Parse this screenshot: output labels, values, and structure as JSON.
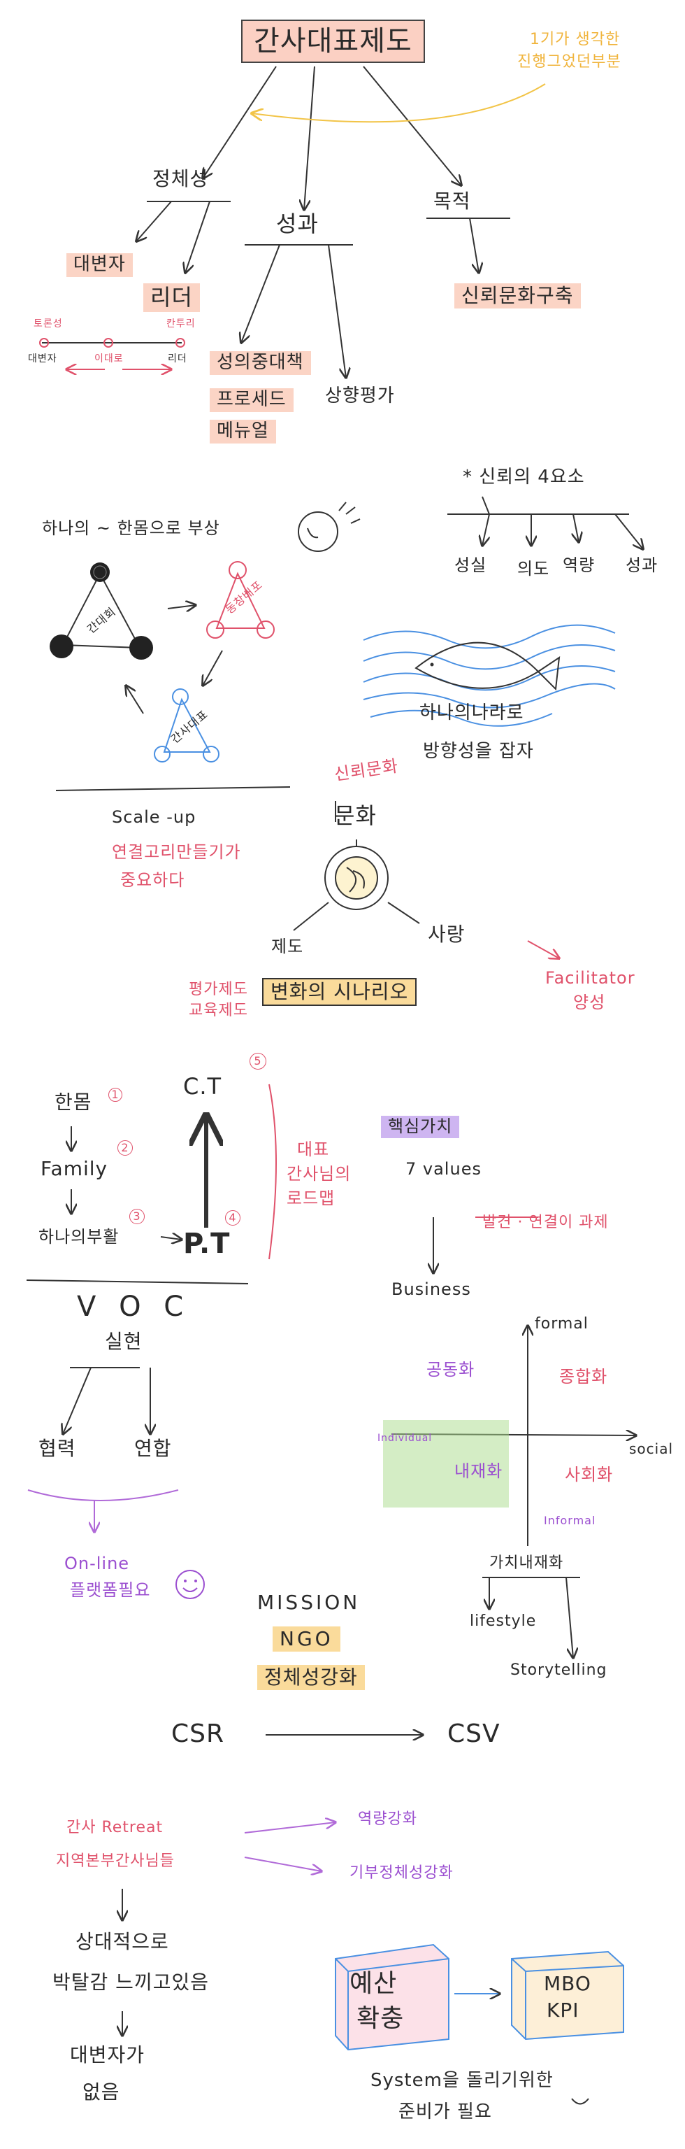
{
  "s1": {
    "title": "간사대표제도",
    "note1": "1기가 생각한",
    "note2": "진행그었던부분",
    "branch_identity": "정체성",
    "rep": "대변자",
    "leader": "리더",
    "scale_left": "토론성",
    "scale_mid": "이대로",
    "scale_right": "칸투리",
    "scale_bottom_left": "대변자",
    "scale_bottom_right": "리더",
    "branch_result": "성과",
    "res1": "성의중대책",
    "res2": "프로세드",
    "res3": "메뉴얼",
    "res4": "상향평가",
    "branch_purpose": "목적",
    "purpose_item": "신뢰문화구축"
  },
  "s2": {
    "left_title": "하나의 ~ 한몸으로 부상",
    "node_inside": "간대회",
    "node_right": "동창배포",
    "node_bottom": "간사대표",
    "trust_title": "* 신뢰의 4요소",
    "trust_items": [
      "성실",
      "의도",
      "역량",
      "성과"
    ],
    "fish1": "하나의나라로",
    "fish2": "방향성을 잡자",
    "scaleup": "Scale -up",
    "link1": "연결고리만들기가",
    "link2": "중요하다",
    "culture_top": "신뢰문화",
    "culture": "문화",
    "system": "제도",
    "love": "사랑",
    "facilitator1": "Facilitator",
    "facilitator2": "양성",
    "sys_left1": "평가제도",
    "sys_left2": "교육제도",
    "scenario": "변화의 시나리오"
  },
  "s3": {
    "hanmom": "한몸",
    "family": "Family",
    "hana": "하나의부활",
    "ct": "C.T",
    "pt": "P.T",
    "n1": "1",
    "n2": "2",
    "n3": "3",
    "n4": "4",
    "n5": "5",
    "roadmap1": "대표",
    "roadmap2": "간사님의",
    "roadmap3": "로드맵",
    "core": "핵심가치",
    "values": "7 values",
    "challenge": "발견 · 연결이 과제",
    "business": "Business",
    "voc": "V O C",
    "voc_sub": "실현",
    "coop": "협력",
    "union": "연합",
    "online1": "On-line",
    "online2": "플랫폼필요",
    "formal": "formal",
    "social": "social",
    "individual": "Individual",
    "informal": "Informal",
    "q1": "공동화",
    "q2": "종합화",
    "q3": "내재화",
    "q4": "사회화",
    "internal": "가치내재화",
    "lifestyle": "lifestyle",
    "storytelling": "Storytelling",
    "mission": "MISSION",
    "ngo": "NGO",
    "identity": "정체성강화",
    "csr": "CSR",
    "csv": "CSV"
  },
  "s4": {
    "retreat": "간사 Retreat",
    "regional": "지역본부간사님들",
    "cap": "역량강화",
    "corp": "기부정체성강화",
    "rel1": "상대적으로",
    "rel2": "박탈감 느끼고있음",
    "norep1": "대변자가",
    "norep2": "없음",
    "budget1": "예산",
    "budget2": "확충",
    "mbo1": "MBO",
    "mbo2": "KPI",
    "system1": "System을 돌리기위한",
    "system2": "준비가 필요"
  }
}
